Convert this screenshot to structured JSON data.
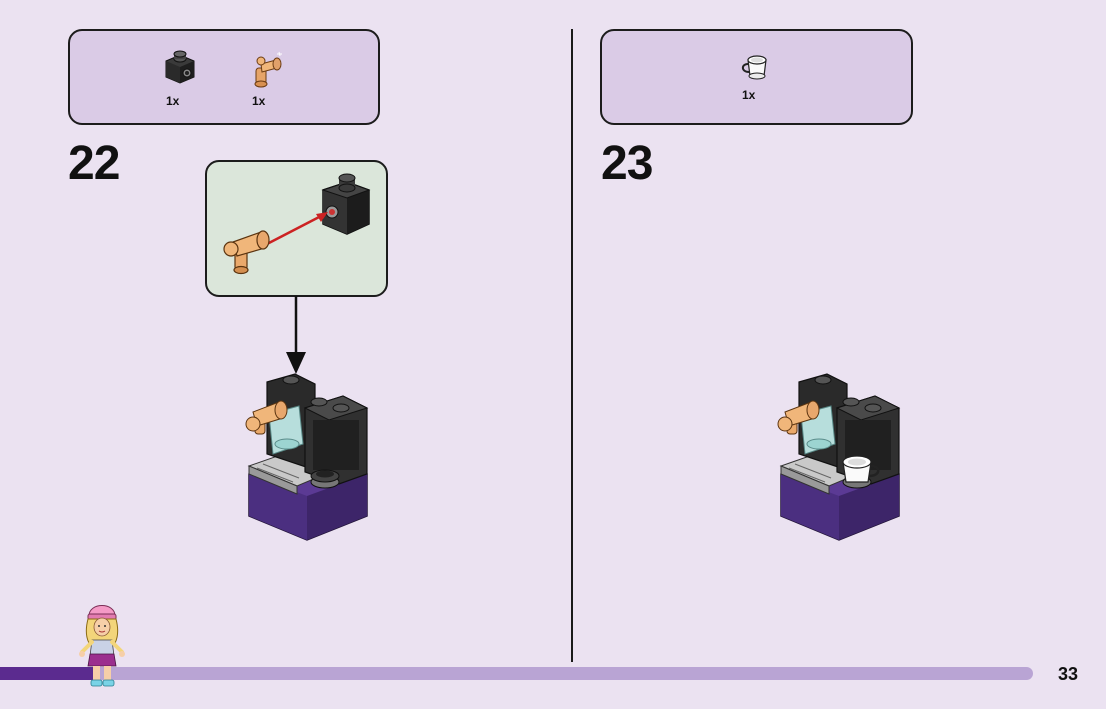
{
  "step_22": {
    "number": "22",
    "parts": [
      {
        "icon": "black-brick-1x1-icon",
        "quantity": "1x"
      },
      {
        "icon": "tan-tap-piece-icon",
        "quantity": "1x"
      }
    ]
  },
  "step_23": {
    "number": "23",
    "parts": [
      {
        "icon": "white-cup-icon",
        "quantity": "1x"
      }
    ]
  },
  "colors": {
    "page_background": "#ebe2f1",
    "parts_box": "#dacbe6",
    "callout_background": "#dbe6da",
    "progress_bar": "#b9a4d4",
    "progress_fill": "#5b2b8f",
    "base_purple": "#5b3a94"
  },
  "footer": {
    "page_number": "33"
  }
}
